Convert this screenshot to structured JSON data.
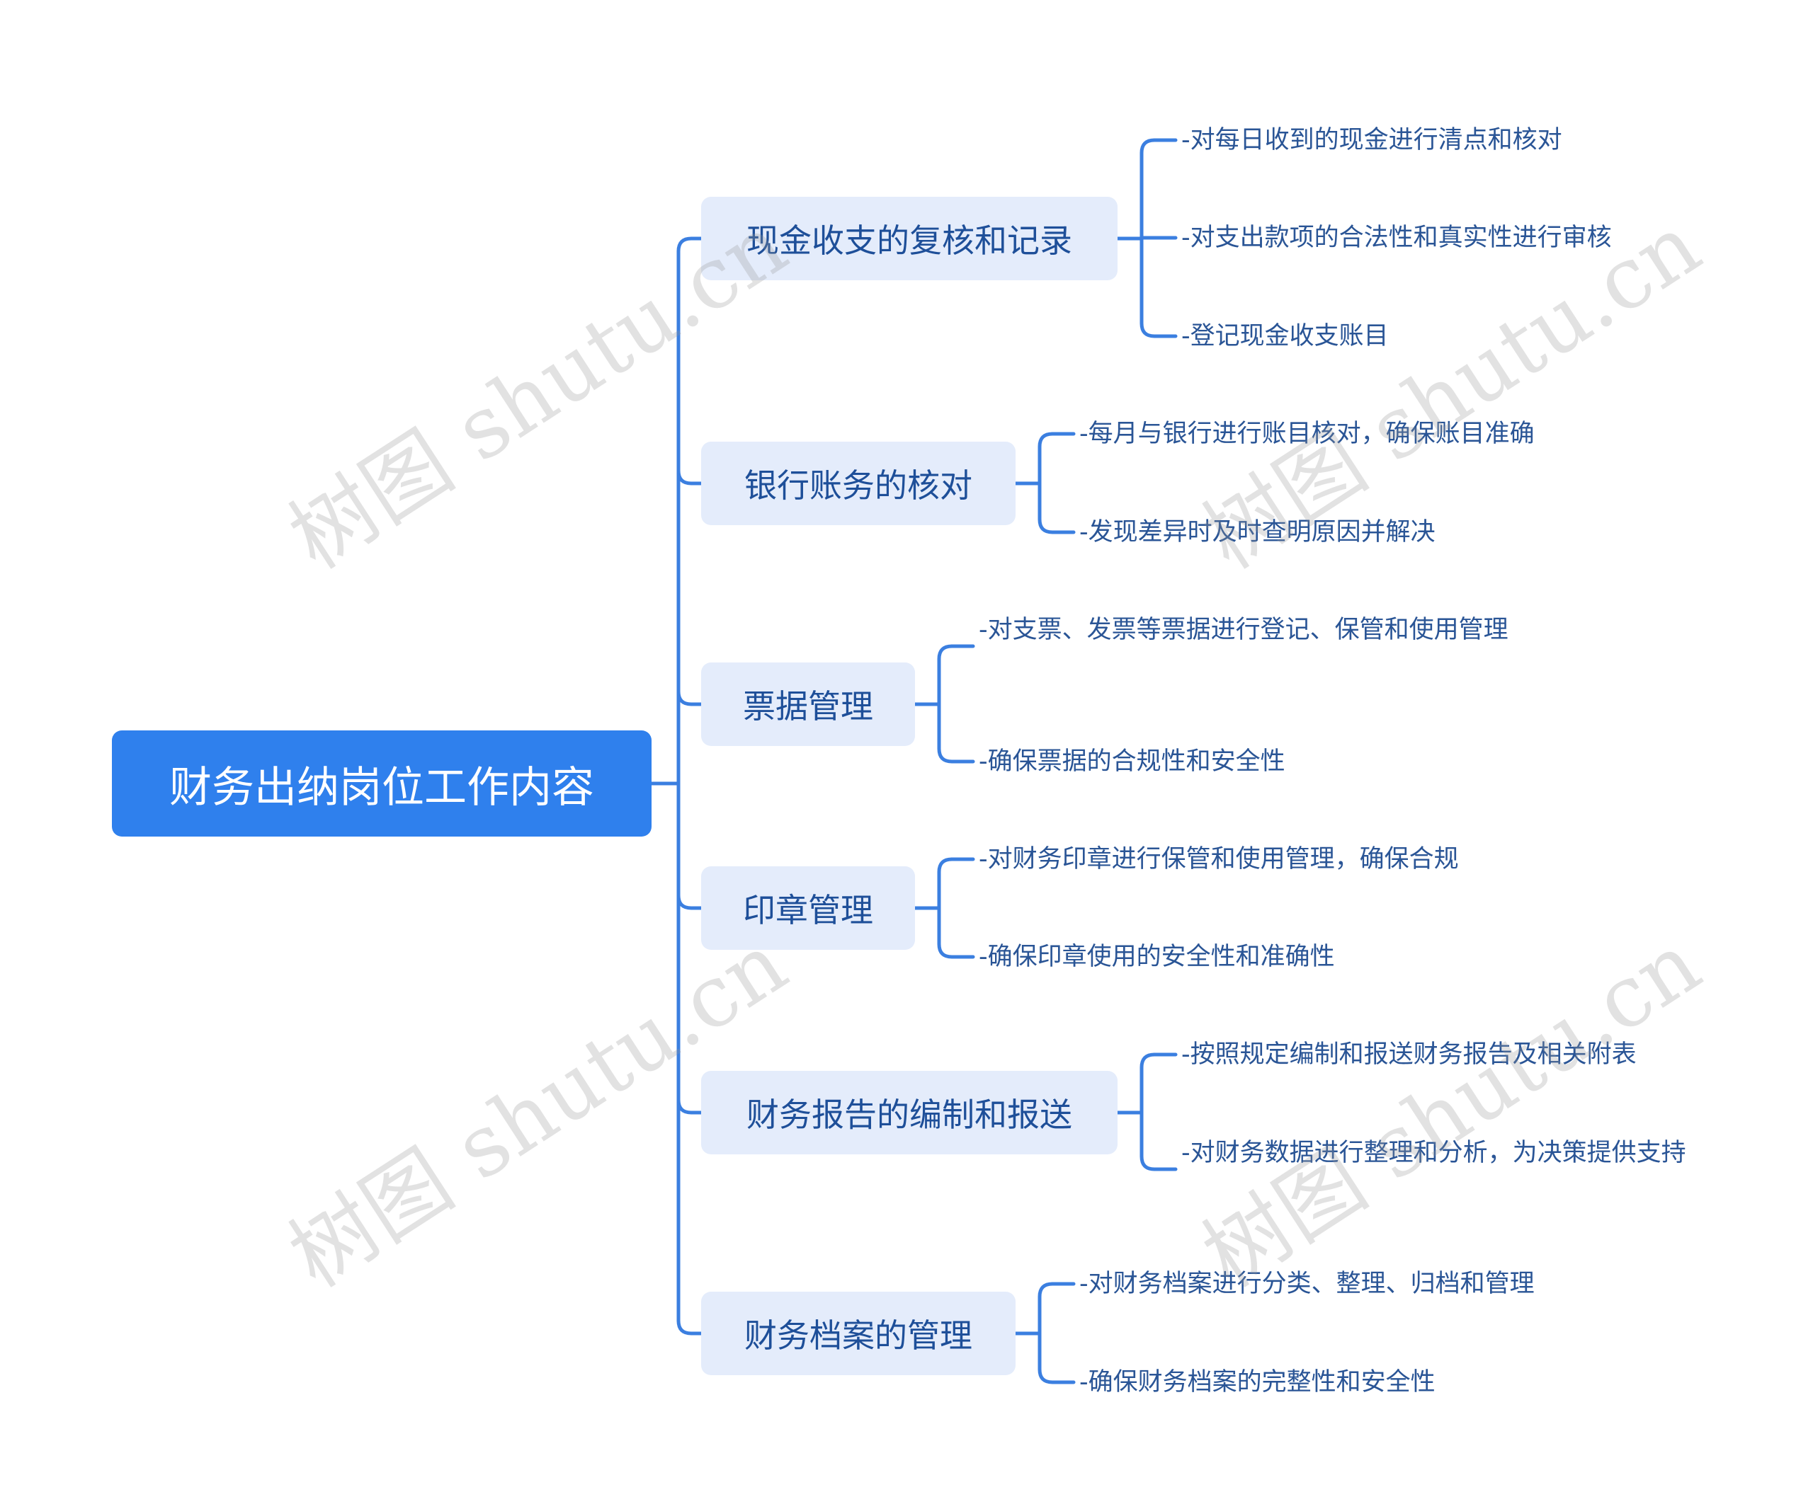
{
  "root": {
    "label": "财务出纳岗位工作内容"
  },
  "branches": [
    {
      "label": "现金收支的复核和记录",
      "items": [
        "-对每日收到的现金进行清点和核对",
        "-对支出款项的合法性和真实性进行审核",
        "-登记现金收支账目"
      ]
    },
    {
      "label": "银行账务的核对",
      "items": [
        "-每月与银行进行账目核对，确保账目准确",
        "-发现差异时及时查明原因并解决"
      ]
    },
    {
      "label": "票据管理",
      "items": [
        "-对支票、发票等票据进行登记、保管和使用管理",
        "-确保票据的合规性和安全性"
      ]
    },
    {
      "label": "印章管理",
      "items": [
        "-对财务印章进行保管和使用管理，确保合规",
        "-确保印章使用的安全性和准确性"
      ]
    },
    {
      "label": "财务报告的编制和报送",
      "items": [
        "-按照规定编制和报送财务报告及相关附表",
        "-对财务数据进行整理和分析，为决策提供支持"
      ]
    },
    {
      "label": "财务档案的管理",
      "items": [
        "-对财务档案进行分类、整理、归档和管理",
        "-确保财务档案的完整性和安全性"
      ]
    }
  ],
  "watermark": "树图 shutu.cn",
  "colors": {
    "accent": "#2f80ed",
    "line": "#3b7fe0",
    "branch_bg": "#e4ecfb",
    "text": "#1e4f99"
  }
}
